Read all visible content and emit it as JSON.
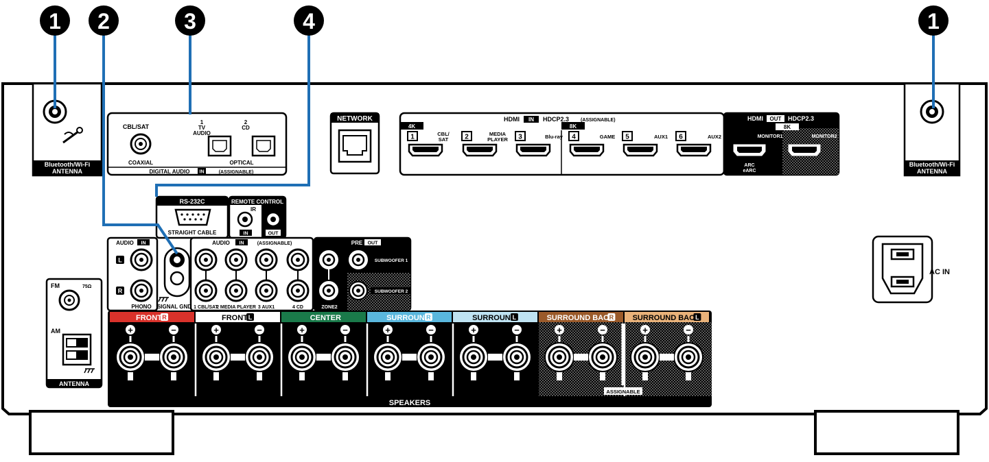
{
  "callouts": [
    "1",
    "2",
    "3",
    "4",
    "1"
  ],
  "antenna": {
    "left": [
      "Bluetooth/Wi-Fi",
      "ANTENNA"
    ],
    "right": [
      "Bluetooth/Wi-Fi",
      "ANTENNA"
    ]
  },
  "digital_audio": {
    "cbl_sat": "CBL/SAT",
    "coaxial": "COAXIAL",
    "in1": [
      "1",
      "TV",
      "AUDIO"
    ],
    "in2": [
      "2",
      "CD"
    ],
    "optical": "OPTICAL",
    "footer": "DIGITAL AUDIO",
    "in_badge": "IN",
    "assignable": "(ASSIGNABLE)"
  },
  "network": "NETWORK",
  "hdmi_in": {
    "title": "HDMI",
    "badge": "IN",
    "hdcp": "HDCP2.3",
    "assignable": "(ASSIGNABLE)",
    "k4": "4K",
    "k8": "8K",
    "ports": [
      {
        "num": "1",
        "label": [
          "CBL/",
          "SAT"
        ]
      },
      {
        "num": "2",
        "label": [
          "MEDIA",
          "PLAYER"
        ]
      },
      {
        "num": "3",
        "label": [
          "Blu-ray"
        ]
      },
      {
        "num": "4",
        "label": [
          "GAME"
        ]
      },
      {
        "num": "5",
        "label": [
          "AUX1"
        ]
      },
      {
        "num": "6",
        "label": [
          "AUX2"
        ]
      }
    ]
  },
  "hdmi_out": {
    "title": "HDMI",
    "badge": "OUT",
    "hdcp": "HDCP2.3",
    "k8": "8K",
    "monitor1": "MONITOR1",
    "monitor2": "MONITOR2",
    "arc": [
      "ARC",
      "eARC"
    ]
  },
  "rs232c": {
    "title": "RS-232C",
    "cable": "STRAIGHT CABLE"
  },
  "remote": {
    "title": "REMOTE CONTROL",
    "ir": "IR",
    "in": "IN",
    "out": "OUT"
  },
  "audio_phono": {
    "title": "AUDIO",
    "badge": "IN",
    "l": "L",
    "r": "R",
    "phono": "PHONO",
    "gnd": "SIGNAL GND"
  },
  "audio_in": {
    "title": "AUDIO",
    "badge": "IN",
    "assignable": "(ASSIGNABLE)",
    "labels": [
      "1 CBL/SAT",
      "2 MEDIA PLAYER",
      "3 AUX1",
      "4 CD"
    ]
  },
  "pre_out": {
    "title": "PRE",
    "badge": "OUT",
    "sub1": "SUBWOOFER 1",
    "sub2": "SUBWOOFER 2",
    "zone2": "ZONE2"
  },
  "am_fm": {
    "fm": "FM",
    "ohm": "75Ω",
    "am": "AM",
    "antenna": "ANTENNA"
  },
  "ac_in": "AC IN",
  "speakers": {
    "footer": "SPEAKERS",
    "assignable": "ASSIGNABLE",
    "plus": "+",
    "minus": "−",
    "channels": [
      {
        "name": "FRONT",
        "side": "R",
        "color": "#d9322b"
      },
      {
        "name": "FRONT",
        "side": "L",
        "color": "#ffffff"
      },
      {
        "name": "CENTER",
        "side": "",
        "color": "#1a7a4a"
      },
      {
        "name": "SURROUND",
        "side": "R",
        "color": "#5ab7dd"
      },
      {
        "name": "SURROUND",
        "side": "L",
        "color": "#bfe3f2"
      },
      {
        "name": "SURROUND BACK",
        "side": "R",
        "color": "#9a5a2a"
      },
      {
        "name": "SURROUND BACK",
        "side": "L",
        "color": "#e9b27a"
      }
    ]
  }
}
